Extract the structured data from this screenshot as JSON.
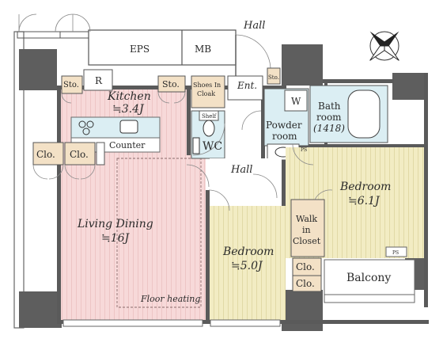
{
  "rooms": {
    "hall_top": "Hall",
    "eps": "EPS",
    "mb": "MB",
    "sto1": "Sto.",
    "r": "R",
    "kitchen": "Kitchen",
    "kitchen_size": "≒3.4J",
    "sto2": "Sto.",
    "shoes1": "Shoes In",
    "shoes2": "Cloak",
    "ent": "Ent.",
    "sto3": "Sto.",
    "shelf": "Shelf",
    "w": "W",
    "bath1": "Bath",
    "bath2": "room",
    "bath3": "(1418)",
    "powder1": "Powder",
    "powder2": "room",
    "wc": "WC",
    "counter": "Counter",
    "clo1": "Clo.",
    "clo2": "Clo.",
    "hall_mid": "Hall",
    "bed1": "Bedroom",
    "bed1_size": "≒6.1J",
    "living": "Living Dining",
    "living_size": "≒16J",
    "walk1": "Walk",
    "walk2": "in",
    "walk3": "Closet",
    "bed2": "Bedroom",
    "bed2_size": "≒5.0J",
    "clo3": "Clo.",
    "clo4": "Clo.",
    "balcony": "Balcony",
    "floor_heating": "Floor heating",
    "ps1": "PS",
    "ps2": "PS"
  },
  "colors": {
    "living": "#f7d9d9",
    "bedroom": "#f2ecc3",
    "wet": "#dbeef3",
    "storage": "#f3e1c6",
    "wall": "#5a5a5a"
  },
  "icons": {
    "compass": "compass-rose-icon"
  }
}
